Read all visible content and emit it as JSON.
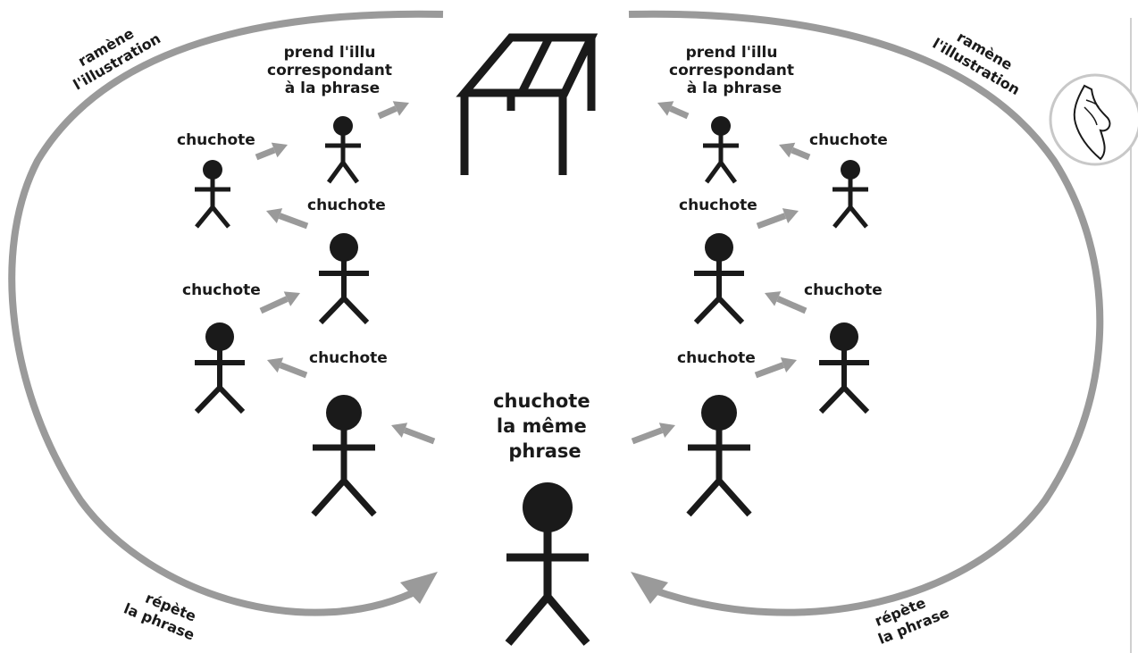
{
  "labels": {
    "prend_left": [
      "prend l'illu",
      "correspondant",
      "à la phrase"
    ],
    "prend_right": [
      "prend l'illu",
      "correspondant",
      "à la phrase"
    ],
    "chuchote": "chuchote",
    "center": [
      "chuchote",
      "la même",
      "phrase"
    ],
    "ramene_left": [
      "ramène",
      "l'illustration"
    ],
    "ramene_right": [
      "ramène",
      "l'illustration"
    ],
    "repete_left": [
      "répète",
      "la phrase"
    ],
    "repete_right": [
      "répète",
      "la phrase"
    ]
  },
  "colors": {
    "ink": "#1a1a1a",
    "arrow_grey": "#9a9a9a",
    "badge_ring": "#c8c8c8"
  },
  "icons": [
    "table-icon",
    "hand-whisper-icon",
    "person-icon",
    "arrow-icon"
  ]
}
